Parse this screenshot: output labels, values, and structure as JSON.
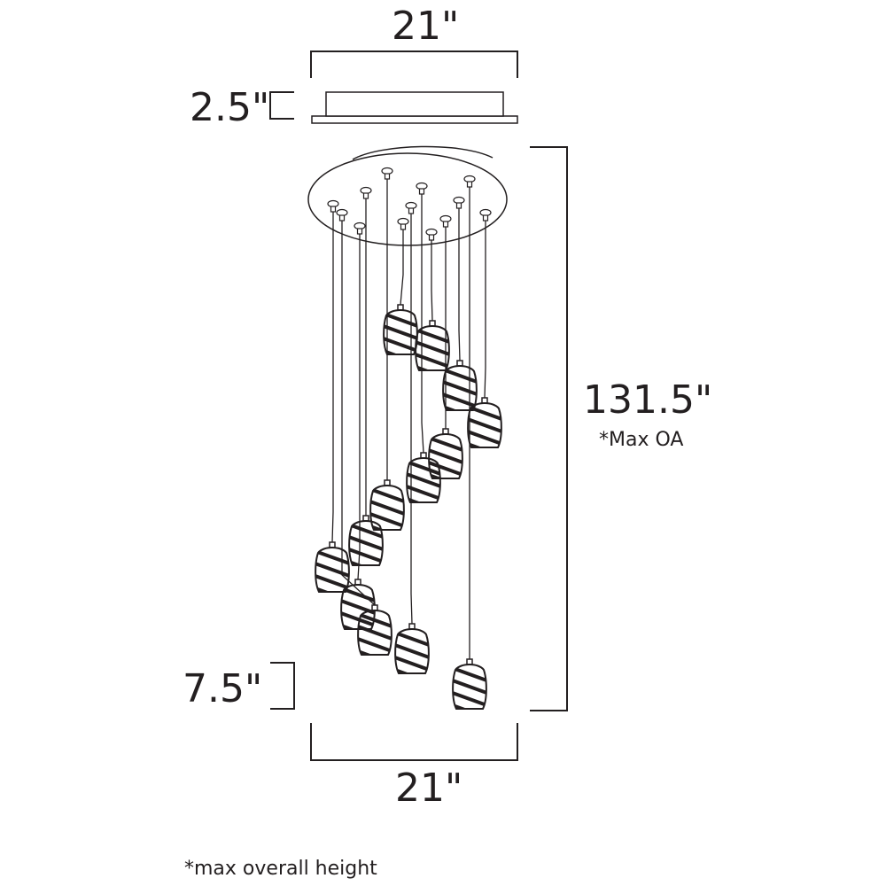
{
  "dimensions": {
    "top_width": "21\"",
    "canopy_height": "2.5\"",
    "overall_height": "131.5\"",
    "overall_note": "*Max OA",
    "shade_height": "7.5\"",
    "bottom_width": "21\""
  },
  "footnote": "*max overall height",
  "pendant_count": 13
}
